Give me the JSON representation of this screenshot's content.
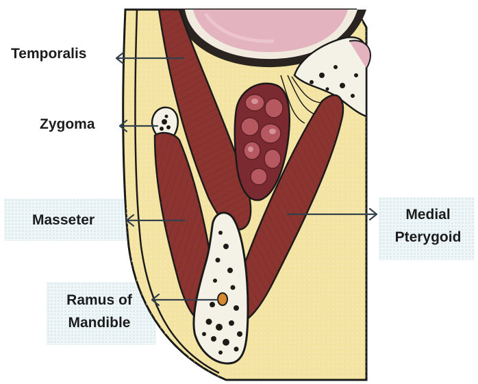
{
  "labels": {
    "temporalis": "Temporalis",
    "zygoma": "Zygoma",
    "masseter": "Masseter",
    "medial_pterygoid_line1": "Medial",
    "medial_pterygoid_line2": "Pterygoid",
    "ramus_line1": "Ramus of",
    "ramus_line2": "Mandible"
  },
  "colors": {
    "skin": "#f3e4a3",
    "muscle": "#8c3530",
    "muscle_dark": "#5a1d1a",
    "bone": "#f4f1e6",
    "marrow": "#1e1a17",
    "eye": "#e3b4c0",
    "fat": "#a04848",
    "arrow": "#33404c",
    "outline": "#1a1a1a"
  }
}
